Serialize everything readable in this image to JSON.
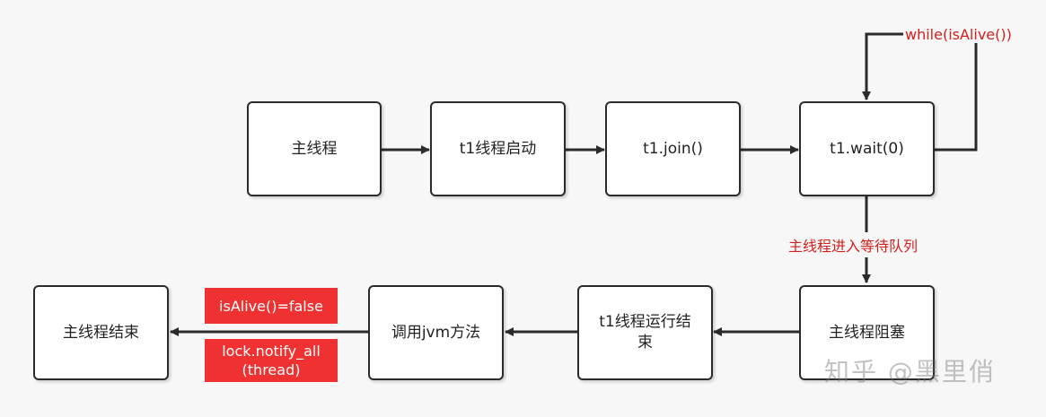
{
  "nodes": {
    "main_thread": "主线程",
    "t1_start": "t1线程启动",
    "t1_join": "t1.join()",
    "t1_wait": "t1.wait(0)",
    "main_blocked": "主线程阻塞",
    "t1_finished": "t1线程运行结束",
    "call_jvm": "调用jvm方法",
    "main_end": "主线程结束"
  },
  "labels": {
    "loop": "while(isAlive())",
    "enter_queue": "主线程进入等待队列",
    "is_alive_false": "isAlive()=false",
    "notify_line1": "lock.notify_all",
    "notify_line2": "(thread)"
  },
  "watermark": "知乎 @黑里俏",
  "colors": {
    "accent_red": "#d4201c",
    "tag_red": "#f03131",
    "line": "#2b2b2b"
  }
}
